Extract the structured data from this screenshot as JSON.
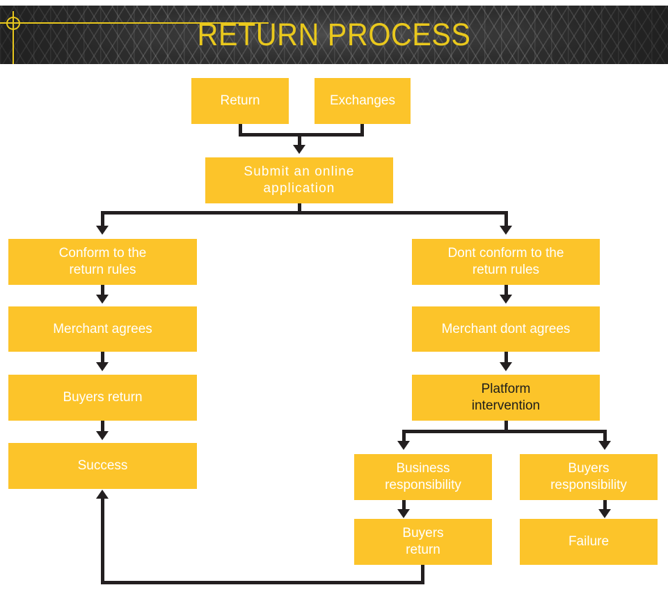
{
  "page": {
    "title": "RETURN PROCESS",
    "background": "#ffffff"
  },
  "theme": {
    "accent_yellow": "#fcc42a",
    "title_yellow": "#e9c81d",
    "header_dark": "#3b3b3b",
    "connector_dark": "#231f20",
    "node_text_light": "#ffffff",
    "node_text_dark": "#1d1d1b"
  },
  "header": {
    "title": "RETURN PROCESS",
    "decoration": {
      "circle": "deco-circle",
      "horizontal_rule": "deco-hline",
      "vertical_rule": "deco-vline"
    }
  },
  "flowchart": {
    "type": "flowchart",
    "nodes": [
      {
        "id": "return",
        "label": "Return",
        "text_color": "light"
      },
      {
        "id": "exchanges",
        "label": "Exchanges",
        "text_color": "light"
      },
      {
        "id": "submit",
        "label": "Submit an online\napplication",
        "text_color": "light"
      },
      {
        "id": "conform",
        "label": "Conform to the\nreturn rules",
        "text_color": "light"
      },
      {
        "id": "dont-conform",
        "label": "Dont conform to the\nreturn rules",
        "text_color": "light"
      },
      {
        "id": "merchant-agrees",
        "label": "Merchant agrees",
        "text_color": "light"
      },
      {
        "id": "merchant-dont-agrees",
        "label": "Merchant dont agrees",
        "text_color": "light"
      },
      {
        "id": "buyers-return-left",
        "label": "Buyers return",
        "text_color": "light"
      },
      {
        "id": "platform",
        "label": "Platform\nintervention",
        "text_color": "dark"
      },
      {
        "id": "success",
        "label": "Success",
        "text_color": "light"
      },
      {
        "id": "business-resp",
        "label": "Business\nresponsibility",
        "text_color": "light"
      },
      {
        "id": "buyers-resp",
        "label": "Buyers\nresponsibility",
        "text_color": "light"
      },
      {
        "id": "buyers-return-right",
        "label": "Buyers\nreturn",
        "text_color": "light"
      },
      {
        "id": "failure",
        "label": "Failure",
        "text_color": "light"
      }
    ],
    "edges": [
      {
        "from": "return",
        "to": "submit"
      },
      {
        "from": "exchanges",
        "to": "submit"
      },
      {
        "from": "submit",
        "to": "conform"
      },
      {
        "from": "submit",
        "to": "dont-conform"
      },
      {
        "from": "conform",
        "to": "merchant-agrees"
      },
      {
        "from": "merchant-agrees",
        "to": "buyers-return-left"
      },
      {
        "from": "buyers-return-left",
        "to": "success"
      },
      {
        "from": "dont-conform",
        "to": "merchant-dont-agrees"
      },
      {
        "from": "merchant-dont-agrees",
        "to": "platform"
      },
      {
        "from": "platform",
        "to": "business-resp"
      },
      {
        "from": "platform",
        "to": "buyers-resp"
      },
      {
        "from": "business-resp",
        "to": "buyers-return-right"
      },
      {
        "from": "buyers-resp",
        "to": "failure"
      },
      {
        "from": "buyers-return-right",
        "to": "success"
      }
    ]
  }
}
